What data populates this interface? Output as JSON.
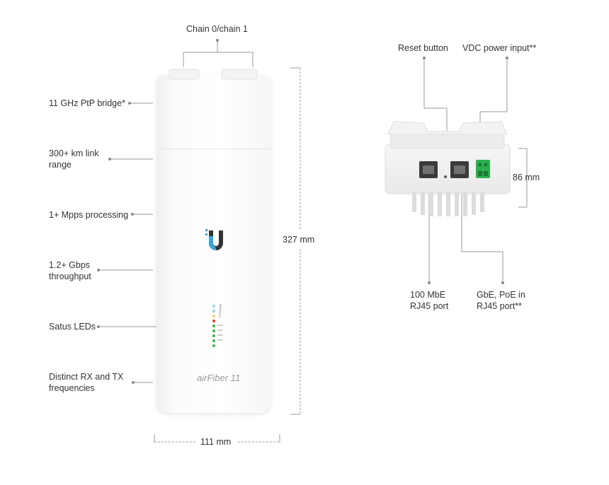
{
  "labels": {
    "chain": "Chain 0/chain 1",
    "bridge": "11 GHz PtP bridge*",
    "range": "300+ km link range",
    "mpps": "1+ Mpps processing",
    "throughput": "1.2+ Gbps throughput",
    "leds": "Satus LEDs",
    "rxtx": "Distinct RX and TX frequencies",
    "height": "327 mm",
    "width": "111  mm",
    "reset": "Reset button",
    "vdc": "VDC power input**",
    "depth": "86 mm",
    "mbe_port": "100 MbE RJ45 port",
    "gbe_port": "GbE, PoE in RJ45 port**"
  },
  "device": {
    "brand": "airFiber 11",
    "colors": {
      "logo_blue": "#3aa4dc",
      "logo_dark": "#333333",
      "led_green": "#3cb44b",
      "led_red": "#e23b2e",
      "terminal_green": "#2fae4e"
    }
  }
}
